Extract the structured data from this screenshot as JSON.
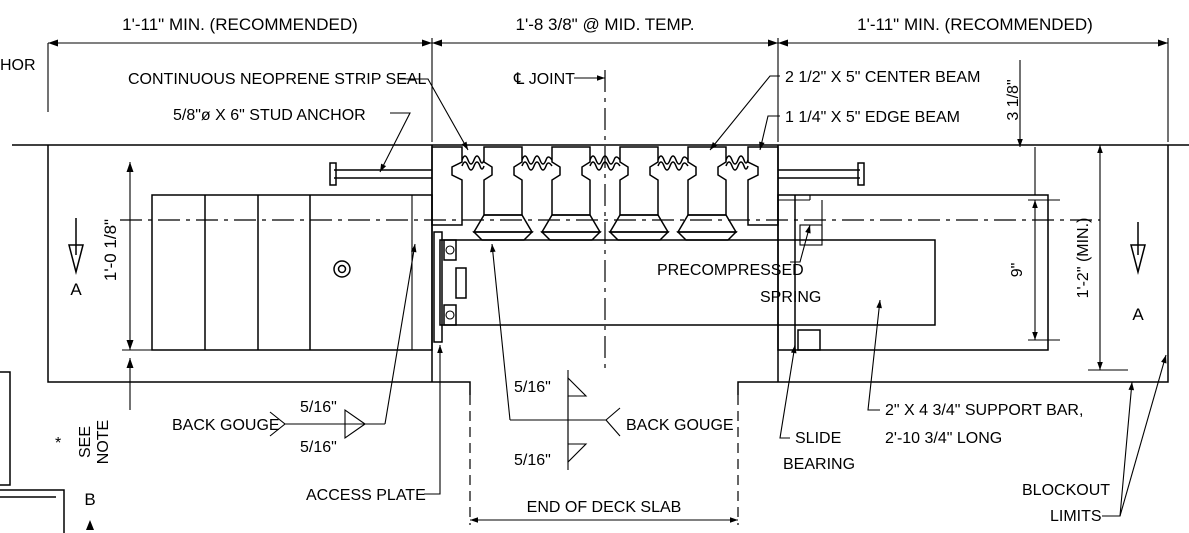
{
  "dimensions": {
    "left_top": "1'-11\" MIN. (RECOMMENDED)",
    "middle_top": "1'-8 3/8\" @ MID. TEMP.",
    "right_top": "1'-11\" MIN. (RECOMMENDED)",
    "left_height": "1'-0 1/8\"",
    "right_small": "3 1/8\"",
    "right_inner": "9\"",
    "right_outer": "1'-2\" (MIN.)"
  },
  "labels": {
    "truncated_left_top": "HOR",
    "neoprene_seal": "CONTINUOUS NEOPRENE STRIP SEAL",
    "stud_anchor": "5/8\"ø X 6\" STUD ANCHOR",
    "joint_cl": "℄ JOINT",
    "center_beam": "2 1/2\" X 5\" CENTER BEAM",
    "edge_beam": "1 1/4\" X 5\" EDGE BEAM",
    "spring_line1": "PRECOMPRESSED",
    "spring_line2": "SPRING",
    "support_bar_line1": "2\" X 4 3/4\" SUPPORT BAR,",
    "support_bar_line2": "2'-10 3/4\" LONG",
    "slide_line1": "SLIDE",
    "slide_line2": "BEARING",
    "blockout_line1": "BLOCKOUT",
    "blockout_line2": "LIMITS",
    "access_plate": "ACCESS PLATE",
    "end_of_deck": "END OF DECK SLAB",
    "see_note_star": "*",
    "see_note_see": "SEE",
    "see_note_note": "NOTE",
    "back_gouge_left": "BACK GOUGE",
    "back_gouge_right": "BACK GOUGE",
    "section_a_left": "A",
    "section_a_right": "A",
    "section_b": "B"
  },
  "welds": {
    "left_top": "5/16\"",
    "left_bottom": "5/16\"",
    "mid_top": "5/16\"",
    "mid_bottom": "5/16\""
  }
}
